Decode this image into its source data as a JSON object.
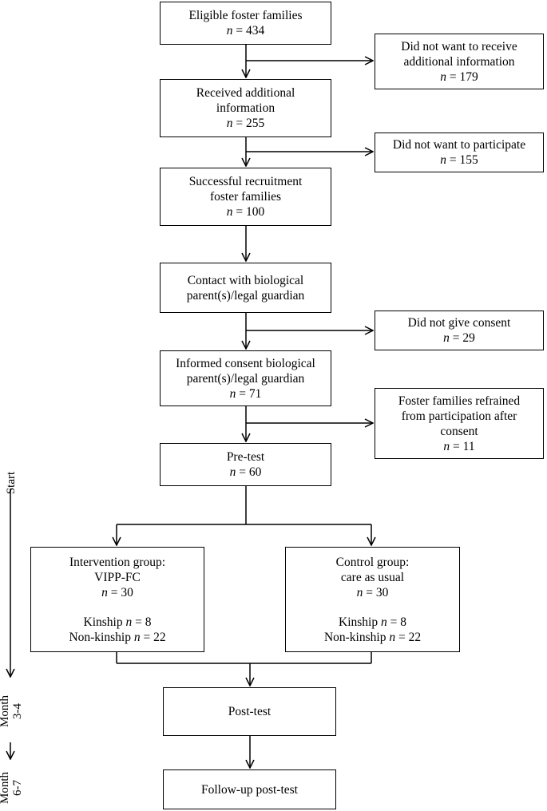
{
  "boxes": {
    "eligible": {
      "line1": "Eligible foster families",
      "n": "434"
    },
    "no_info": {
      "line1": "Did not want to receive",
      "line2": "additional information",
      "n": "179"
    },
    "received": {
      "line1": "Received additional",
      "line2": "information",
      "n": "255"
    },
    "no_participate": {
      "line1": "Did not want to participate",
      "n": "155"
    },
    "recruited": {
      "line1": "Successful recruitment",
      "line2": "foster families",
      "n": "100"
    },
    "contact": {
      "line1": "Contact with biological",
      "line2": "parent(s)/legal guardian"
    },
    "no_consent": {
      "line1": "Did not give consent",
      "n": "29"
    },
    "consent": {
      "line1": "Informed consent biological",
      "line2": "parent(s)/legal guardian",
      "n": "71"
    },
    "refrained": {
      "line1": "Foster families refrained",
      "line2": "from participation after",
      "line3": "consent",
      "n": "11"
    },
    "pretest": {
      "line1": "Pre-test",
      "n": "60"
    },
    "intervention": {
      "line1": "Intervention group:",
      "line2": "VIPP-FC",
      "n": "30",
      "kinship_label": "Kinship",
      "kinship_n": "8",
      "nonkinship_label": "Non-kinship",
      "nonkinship_n": "22"
    },
    "control": {
      "line1": "Control group:",
      "line2": "care as usual",
      "n": "30",
      "kinship_label": "Kinship",
      "kinship_n": "8",
      "nonkinship_label": "Non-kinship",
      "nonkinship_n": "22"
    },
    "posttest": {
      "line1": "Post-test"
    },
    "followup": {
      "line1": "Follow-up post-test"
    }
  },
  "n_symbol": "n",
  "equals": " = ",
  "timeline": {
    "start": "Start",
    "month34": {
      "word": "Month",
      "range": "3-4"
    },
    "month67": {
      "word": "Month",
      "range": "6-7"
    }
  }
}
